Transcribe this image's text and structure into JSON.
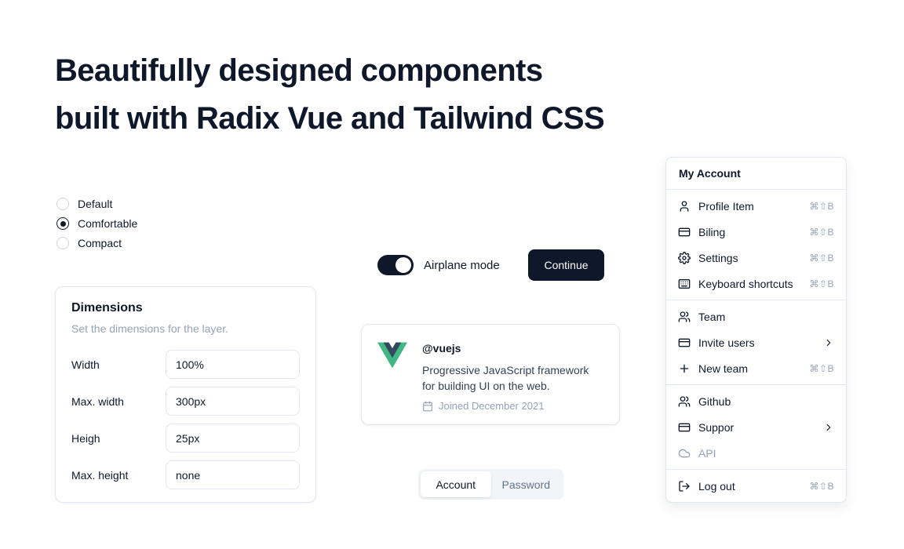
{
  "page": {
    "title_line1": "Beautifully designed components",
    "title_line2": "built with Radix Vue and Tailwind CSS"
  },
  "radio_group": {
    "options": [
      {
        "label": "Default",
        "selected": false
      },
      {
        "label": "Comfortable",
        "selected": true
      },
      {
        "label": "Compact",
        "selected": false
      }
    ]
  },
  "dimensions": {
    "title": "Dimensions",
    "subtitle": "Set the dimensions for the layer.",
    "fields": [
      {
        "label": "Width",
        "value": "100%"
      },
      {
        "label": "Max. width",
        "value": "300px"
      },
      {
        "label": "Heigh",
        "value": "25px"
      },
      {
        "label": "Max. height",
        "value": "none"
      }
    ]
  },
  "airplane": {
    "label": "Airplane mode",
    "on": true
  },
  "buttons": {
    "continue": "Continue"
  },
  "profile_card": {
    "logo_icon": "vue-logo",
    "handle": "@vuejs",
    "description": "Progressive JavaScript framework for building UI on the web.",
    "calendar_icon": "calendar-icon",
    "joined": "Joined December 2021"
  },
  "tabs": {
    "items": [
      {
        "label": "Account",
        "active": true
      },
      {
        "label": "Password",
        "active": false
      }
    ]
  },
  "account_menu": {
    "title": "My Account",
    "groups": [
      {
        "items": [
          {
            "label": "Profile Item",
            "icon": "user-icon",
            "shortcut": "⌘⇧B"
          },
          {
            "label": "Biling",
            "icon": "credit-card-icon",
            "shortcut": "⌘⇧B"
          },
          {
            "label": "Settings",
            "icon": "gear-icon",
            "shortcut": "⌘⇧B"
          },
          {
            "label": "Keyboard shortcuts",
            "icon": "keyboard-icon",
            "shortcut": "⌘⇧B"
          }
        ]
      },
      {
        "items": [
          {
            "label": "Team",
            "icon": "users-icon"
          },
          {
            "label": "Invite users",
            "icon": "card-icon",
            "submenu": true
          },
          {
            "label": "New team",
            "icon": "plus-icon",
            "shortcut": "⌘⇧B"
          }
        ]
      },
      {
        "items": [
          {
            "label": "Github",
            "icon": "users-icon"
          },
          {
            "label": "Suppor",
            "icon": "card-icon",
            "submenu": true
          },
          {
            "label": "API",
            "icon": "cloud-icon",
            "disabled": true
          }
        ]
      },
      {
        "items": [
          {
            "label": "Log out",
            "icon": "log-out-icon",
            "shortcut": "⌘⇧B"
          }
        ]
      }
    ]
  },
  "colors": {
    "accent_dark": "#0f172a",
    "muted": "#94a3b8",
    "border": "#e2e8f0",
    "tabs_bg": "#f1f5f9",
    "vue_green": "#41b883",
    "vue_dark": "#35495e"
  }
}
